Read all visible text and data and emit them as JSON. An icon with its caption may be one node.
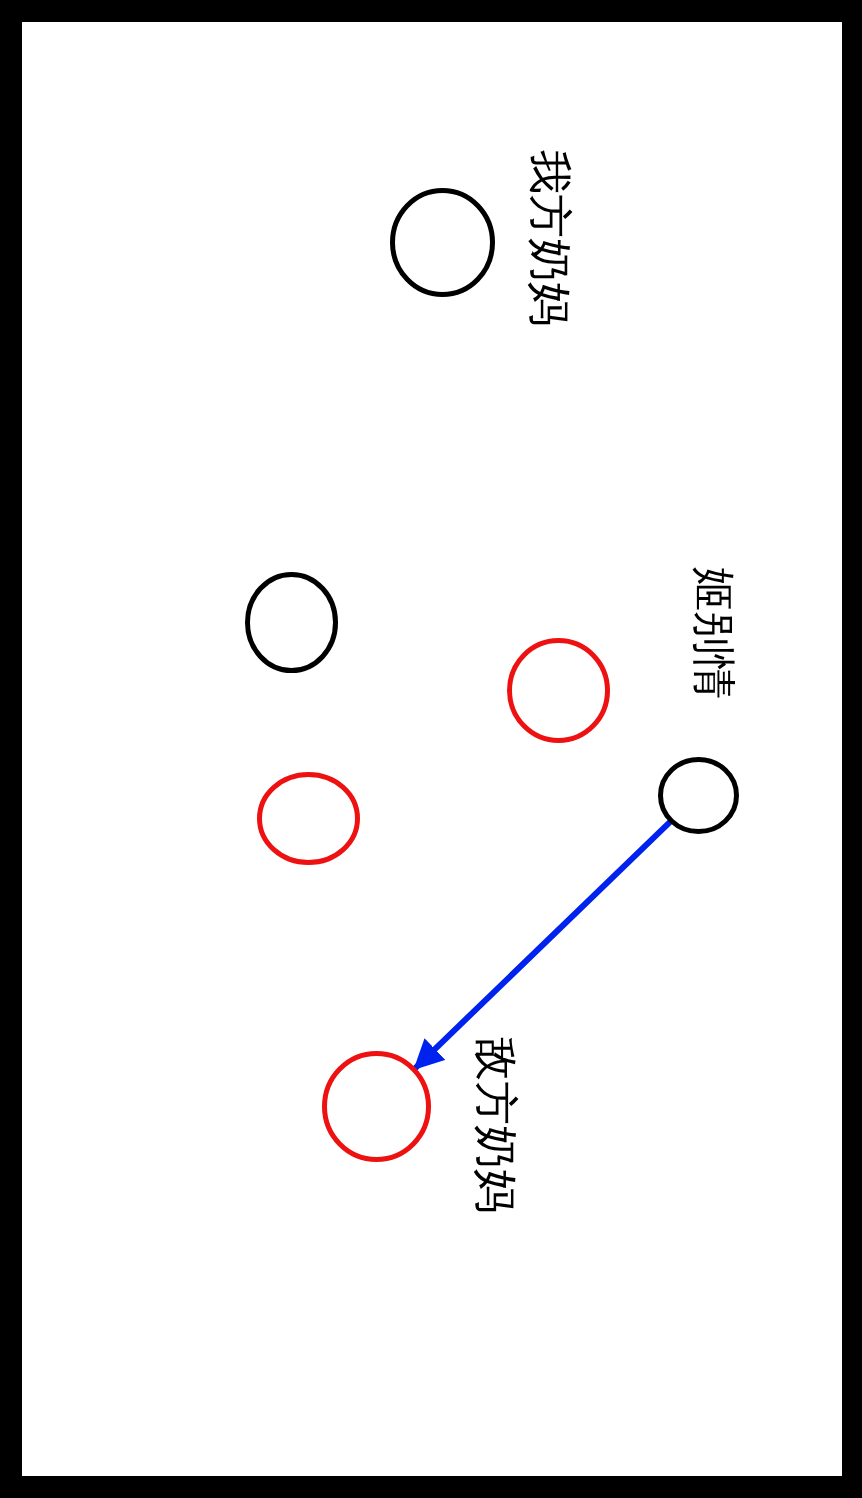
{
  "diagram": {
    "nodes": [
      {
        "text": [],
        "shape": "circle",
        "beside": [
          "我方奶妈"
        ]
      },
      {
        "text": [],
        "shape": "circle"
      },
      {
        "text": [],
        "shape": "circle"
      },
      {
        "text": [],
        "shape": "circle",
        "beside": [
          "姬别情"
        ]
      },
      {
        "text": [],
        "shape": "circle"
      },
      {
        "text": [],
        "shape": "circle",
        "beside": [
          "敌方奶妈"
        ]
      }
    ],
    "edges": [
      {
        "from": 3,
        "to": 5,
        "arrow": "to",
        "color": "#0022ee"
      }
    ]
  }
}
